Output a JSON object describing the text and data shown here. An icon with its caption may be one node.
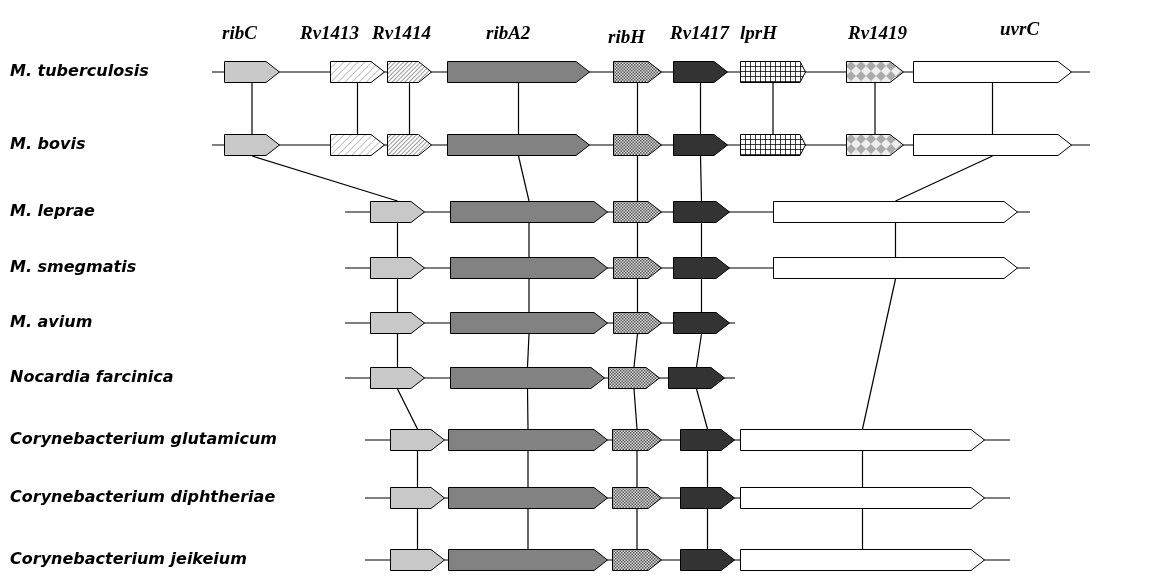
{
  "diagram": {
    "nodes": [
      {
        "text": [],
        "shape": "arrow"
      },
      {
        "text": [],
        "shape": "arrow"
      },
      {
        "text": [],
        "shape": "arrow"
      },
      {
        "text": [],
        "shape": "arrow"
      },
      {
        "text": [],
        "shape": "arrow"
      },
      {
        "text": [],
        "shape": "arrow"
      },
      {
        "text": [],
        "shape": "arrow"
      },
      {
        "text": [],
        "shape": "arrow"
      },
      {
        "text": [],
        "shape": "arrow"
      },
      {
        "text": [],
        "shape": "arrow"
      },
      {
        "text": [],
        "shape": "arrow"
      },
      {
        "text": [],
        "shape": "arrow"
      },
      {
        "text": [],
        "shape": "arrow"
      },
      {
        "text": [],
        "shape": "arrow"
      },
      {
        "text": [],
        "shape": "arrow"
      },
      {
        "text": [],
        "shape": "arrow"
      },
      {
        "text": [],
        "shape": "arrow"
      },
      {
        "text": [],
        "shape": "arrow"
      },
      {
        "text": [],
        "shape": "arrow"
      },
      {
        "text": [],
        "shape": "arrow"
      },
      {
        "text": [],
        "shape": "arrow"
      },
      {
        "text": [],
        "shape": "arrow"
      },
      {
        "text": [],
        "shape": "arrow"
      },
      {
        "text": [],
        "shape": "arrow"
      },
      {
        "text": [],
        "shape": "arrow"
      },
      {
        "text": [],
        "shape": "arrow"
      },
      {
        "text": [],
        "shape": "arrow"
      },
      {
        "text": [],
        "shape": "arrow"
      },
      {
        "text": [],
        "shape": "arrow"
      },
      {
        "text": [],
        "shape": "arrow"
      },
      {
        "text": [],
        "shape": "arrow"
      },
      {
        "text": [],
        "shape": "arrow"
      },
      {
        "text": [],
        "shape": "arrow"
      },
      {
        "text": [],
        "shape": "arrow"
      },
      {
        "text": [],
        "shape": "arrow"
      },
      {
        "text": [],
        "shape": "arrow"
      },
      {
        "text": [],
        "shape": "arrow"
      },
      {
        "text": [],
        "shape": "arrow"
      },
      {
        "text": [],
        "shape": "arrow"
      },
      {
        "text": [],
        "shape": "arrow"
      },
      {
        "text": [],
        "shape": "arrow"
      },
      {
        "text": [],
        "shape": "arrow"
      },
      {
        "text": [],
        "shape": "arrow"
      },
      {
        "text": [],
        "shape": "arrow"
      },
      {
        "text": [],
        "shape": "arrow"
      },
      {
        "text": [],
        "shape": "arrow"
      },
      {
        "text": [],
        "shape": "arrow"
      },
      {
        "text": [],
        "shape": "arrow"
      },
      {
        "text": [],
        "shape": "arrow"
      },
      {
        "text": [],
        "shape": "arrow"
      },
      {
        "text": [],
        "shape": "arrow"
      }
    ],
    "edges": [
      {
        "from": 0,
        "to": 9,
        "arrow": "none"
      },
      {
        "from": 1,
        "to": 10,
        "arrow": "none"
      },
      {
        "from": 2,
        "to": 11,
        "arrow": "none"
      },
      {
        "from": 3,
        "to": 12,
        "arrow": "none"
      },
      {
        "from": 4,
        "to": 13,
        "arrow": "none"
      },
      {
        "from": 5,
        "to": 14,
        "arrow": "none"
      },
      {
        "from": 6,
        "to": 15,
        "arrow": "none"
      },
      {
        "from": 7,
        "to": 16,
        "arrow": "none"
      },
      {
        "from": 8,
        "to": 17,
        "arrow": "none"
      },
      {
        "from": 9,
        "to": 18,
        "arrow": "none"
      },
      {
        "from": 12,
        "to": 19,
        "arrow": "none"
      },
      {
        "from": 13,
        "to": 20,
        "arrow": "none"
      },
      {
        "from": 14,
        "to": 21,
        "arrow": "none"
      },
      {
        "from": 17,
        "to": 22,
        "arrow": "none"
      },
      {
        "from": 18,
        "to": 23,
        "arrow": "none"
      },
      {
        "from": 19,
        "to": 24,
        "arrow": "none"
      },
      {
        "from": 20,
        "to": 25,
        "arrow": "none"
      },
      {
        "from": 21,
        "to": 26,
        "arrow": "none"
      },
      {
        "from": 22,
        "to": 27,
        "arrow": "none"
      },
      {
        "from": 23,
        "to": 28,
        "arrow": "none"
      },
      {
        "from": 24,
        "to": 29,
        "arrow": "none"
      },
      {
        "from": 25,
        "to": 30,
        "arrow": "none"
      },
      {
        "from": 26,
        "to": 31,
        "arrow": "none"
      },
      {
        "from": 27,
        "to": 40,
        "arrow": "none"
      },
      {
        "from": 28,
        "to": 32,
        "arrow": "none"
      },
      {
        "from": 29,
        "to": 33,
        "arrow": "none"
      },
      {
        "from": 30,
        "to": 34,
        "arrow": "none"
      },
      {
        "from": 31,
        "to": 35,
        "arrow": "none"
      },
      {
        "from": 32,
        "to": 36,
        "arrow": "none"
      },
      {
        "from": 33,
        "to": 37,
        "arrow": "none"
      },
      {
        "from": 34,
        "to": 38,
        "arrow": "none"
      },
      {
        "from": 35,
        "to": 39,
        "arrow": "none"
      },
      {
        "from": 36,
        "to": 41,
        "arrow": "none"
      },
      {
        "from": 37,
        "to": 42,
        "arrow": "none"
      },
      {
        "from": 38,
        "to": 43,
        "arrow": "none"
      },
      {
        "from": 39,
        "to": 44,
        "arrow": "none"
      },
      {
        "from": 40,
        "to": 45,
        "arrow": "none"
      },
      {
        "from": 41,
        "to": 46,
        "arrow": "none"
      },
      {
        "from": 42,
        "to": 47,
        "arrow": "none"
      },
      {
        "from": 43,
        "to": 48,
        "arrow": "none"
      },
      {
        "from": 44,
        "to": 49,
        "arrow": "none"
      },
      {
        "from": 45,
        "to": 50,
        "arrow": "none"
      }
    ],
    "labels": [
      "ribC",
      "Rv1413",
      "Rv1414",
      "ribA2",
      "ribH",
      "Rv1417",
      "lprH",
      "Rv1419",
      "uvrC",
      "M. tuberculosis",
      "M. bovis",
      "M. leprae",
      "M. smegmatis",
      "M. avium",
      "Nocardia farcinica",
      "Corynebacterium glutamicum",
      "Corynebacterium diphtheriae",
      "Corynebacterium jeikeium"
    ]
  }
}
